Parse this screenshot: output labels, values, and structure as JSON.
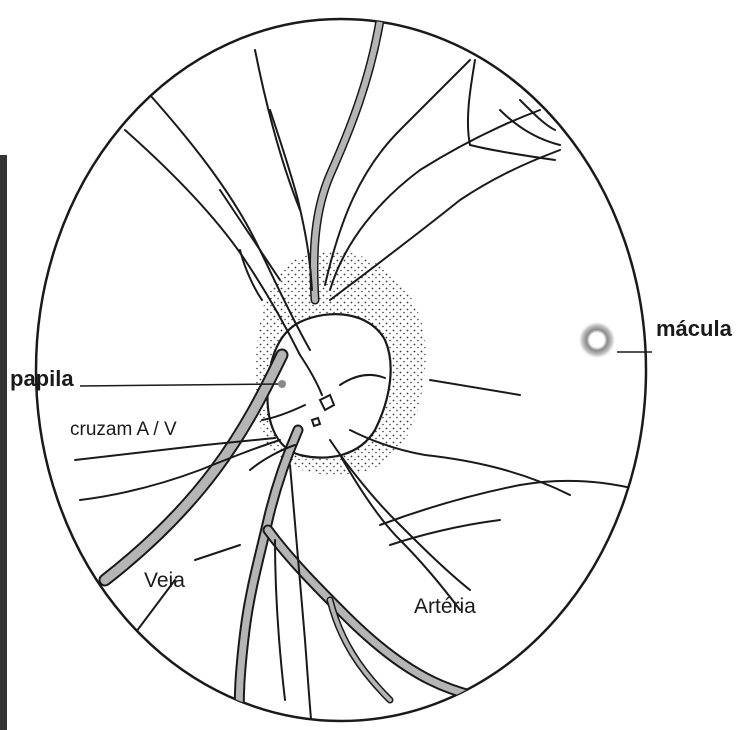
{
  "labels": {
    "macula": "mácula",
    "papila": "papila",
    "cruzam": "cruzam  A / V",
    "veia": "Veia",
    "arteria": "Artéria"
  },
  "colors": {
    "line": "#1a1a1a",
    "vein_fill": "#b5b5b5",
    "background": "#ffffff"
  }
}
